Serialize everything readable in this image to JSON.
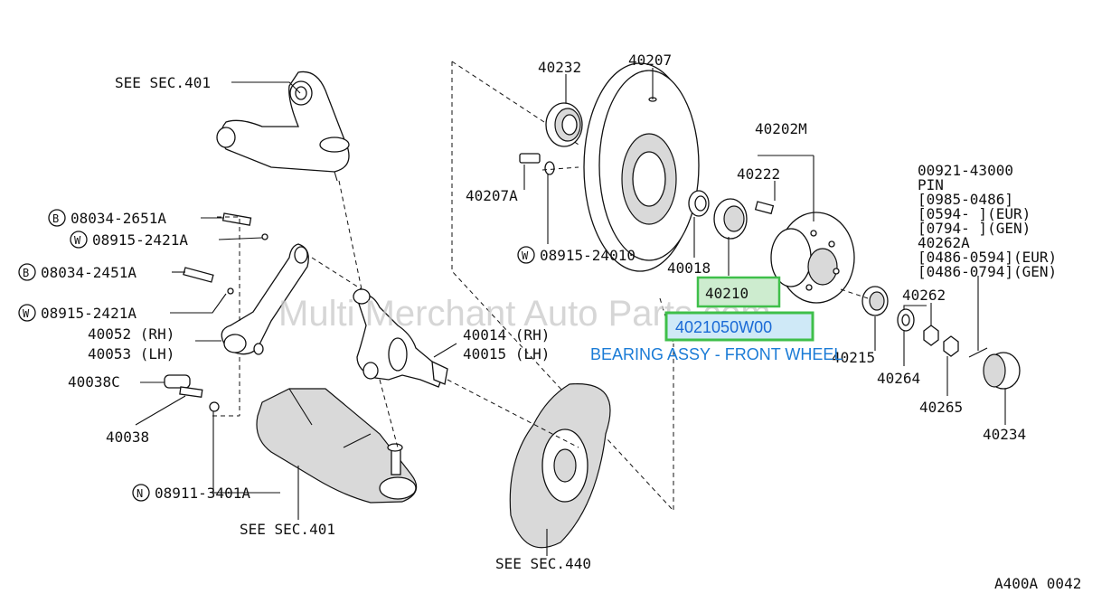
{
  "diagram_code": "A400A 0042",
  "watermark": "Multi Merchant Auto Parts.com",
  "highlight": {
    "part_number": "4021050W00",
    "ref": "40210",
    "caption": "BEARING ASSY - FRONT WHEEL",
    "box_color": "#3fbf4a",
    "text_color": "#1a7bd6"
  },
  "labels": {
    "see_401_top": "SEE SEC.401",
    "see_401_bottom": "SEE SEC.401",
    "see_440": "SEE SEC.440",
    "p40232": "40232",
    "p40207": "40207",
    "p40202m": "40202M",
    "p40222": "40222",
    "p40207a": "40207A",
    "w08915_24010": "08915-24010",
    "p40018": "40018",
    "b08034_2651a": "08034-2651A",
    "w08915_2421a_1": "08915-2421A",
    "b08034_2451a": "08034-2451A",
    "w08915_2421a_2": "08915-2421A",
    "p40052": "40052 (RH)",
    "p40053": "40053 (LH)",
    "p40014": "40014 (RH)",
    "p40015": "40015 (LH)",
    "p40038c": "40038C",
    "p40038": "40038",
    "n08911_3401a": "08911-3401A",
    "p40262_top": "40262",
    "p40215": "40215",
    "p40264": "40264",
    "p40265": "40265",
    "p40234": "40234"
  },
  "prefixes": {
    "B": "B",
    "W": "W",
    "N": "N"
  },
  "pin_note": {
    "l1": "00921-43000",
    "l2": "PIN",
    "l3": "[0985-0486]",
    "l4": "[0594-      ](EUR)",
    "l5": "[0794-      ](GEN)",
    "l6": "40262A",
    "l7": "[0486-0594](EUR)",
    "l8": "[0486-0794](GEN)"
  }
}
